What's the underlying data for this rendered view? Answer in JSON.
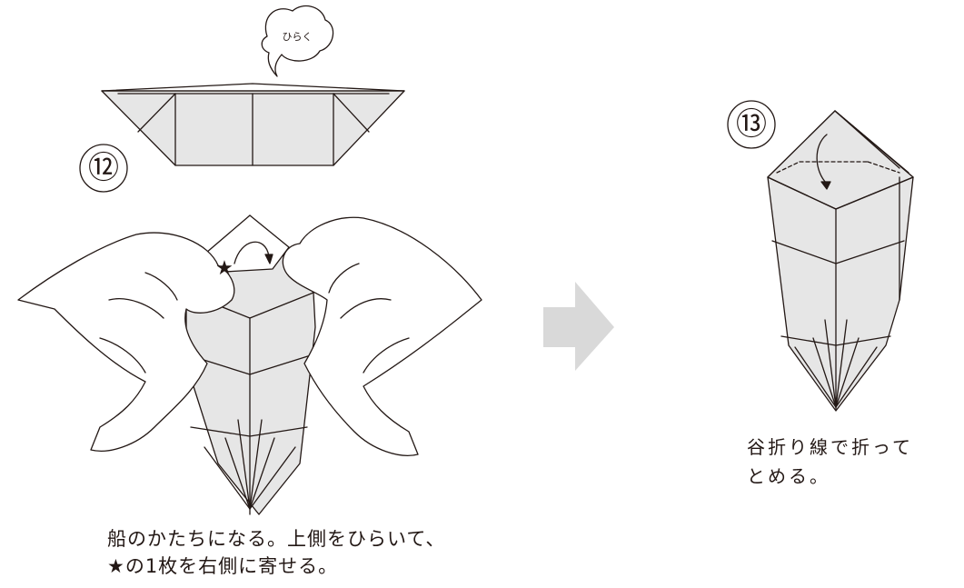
{
  "steps": [
    {
      "number": "⑫",
      "bubble": "ひらく",
      "caption_line1": "船のかたちになる。上側をひらいて、",
      "caption_line2": "★の1枚を右側に寄せる。"
    },
    {
      "number": "⑬",
      "caption_line1": "谷折り線で折って",
      "caption_line2": "とめる。"
    }
  ],
  "colors": {
    "paper": "#e6e6e6",
    "line": "#231815",
    "arrow_next": "#d9d9d9"
  },
  "icons": {
    "star": "★",
    "next": "right-arrow-icon"
  }
}
